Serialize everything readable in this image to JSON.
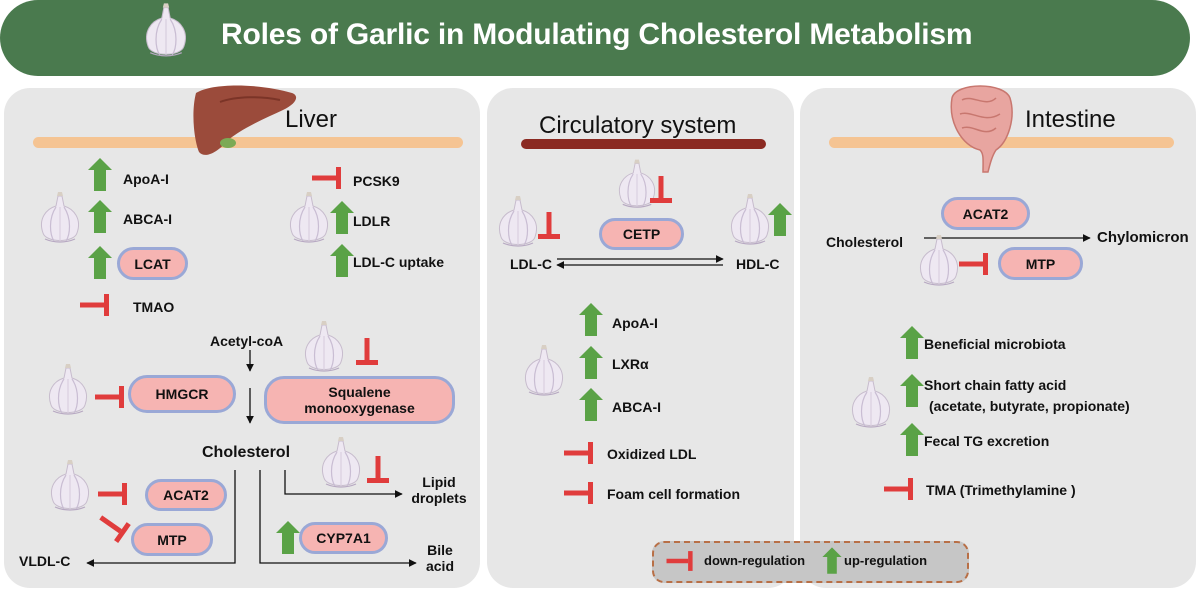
{
  "title": "Roles of Garlic in Modulating Cholesterol Metabolism",
  "colors": {
    "header_bg": "#4a7a4e",
    "panel_bg": "#e7e7e7",
    "membrane": "#f5c493",
    "circulatory_bar": "#8b2a22",
    "pill_fill": "#f6b4b2",
    "pill_border": "#9aa8d6",
    "inhibit": "#e03c3c",
    "upregulate": "#5aa246",
    "legend_bg": "#c6c6c6",
    "legend_border": "#b86f46"
  },
  "liver": {
    "title": "Liver",
    "icon": "liver-icon",
    "left_list": [
      "ApoA-I",
      "ABCA-I",
      "LCAT"
    ],
    "tmao": "TMAO",
    "right_list": [
      "PCSK9",
      "LDLR",
      "LDL-C uptake"
    ],
    "acetyl": "Acetyl-coA",
    "hmgcr": "HMGCR",
    "squalene": "Squalene monooxygenase",
    "cholesterol": "Cholesterol",
    "lipid": "Lipid droplets",
    "acat2": "ACAT2",
    "mtp": "MTP",
    "cyp": "CYP7A1",
    "vldl": "VLDL-C",
    "bile": "Bile acid"
  },
  "circulatory": {
    "title": "Circulatory system",
    "cetp": "CETP",
    "ldl": "LDL-C",
    "hdl": "HDL-C",
    "up_list": [
      "ApoA-I",
      "LXRα",
      "ABCA-I"
    ],
    "down_list": [
      "Oxidized LDL",
      "Foam cell formation"
    ]
  },
  "intestine": {
    "title": "Intestine",
    "icon": "intestine-icon",
    "acat2": "ACAT2",
    "cholesterol": "Cholesterol",
    "chylomicron": "Chylomicron",
    "mtp": "MTP",
    "up_list": [
      "Beneficial microbiota",
      "Short chain fatty acid",
      "Fecal TG excretion"
    ],
    "scfa_detail": "(acetate, butyrate, propionate)",
    "tma": "TMA (Trimethylamine )"
  },
  "legend": {
    "down": "down-regulation",
    "up": "up-regulation"
  }
}
